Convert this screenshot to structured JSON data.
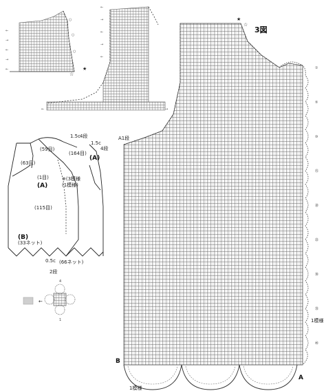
{
  "diagram": {
    "figure_label": "3図",
    "stars": [
      "★",
      "☆"
    ],
    "vest_schematic": {
      "part_a": "(A)",
      "part_b": "(B)",
      "part_a_right": "(A)",
      "back_width": "(59目)",
      "front_width": "(164目)",
      "left_side": "(63目)",
      "left_body": "(115目)",
      "one_stitch": "(1目)",
      "pattern_note_1": "※(3模様",
      "pattern_note_2": "(1模様)",
      "neck_left": "1.5c",
      "neck_left_rows": "4段",
      "neck_right": "1.5c",
      "neck_right_rows": "4段",
      "hem_height": "0.5c",
      "hem_rows": "2段",
      "hem_width_left": "(33ネット)",
      "hem_width_right": "(66ネット)"
    },
    "main_chart": {
      "row_start": "A1段",
      "corner_a": "A",
      "corner_b": "B",
      "pattern_right": "1模様",
      "pattern_bottom": "1模様"
    },
    "motif": {
      "left_arrow": "←",
      "top_number": "4",
      "bottom_number": "1"
    }
  }
}
